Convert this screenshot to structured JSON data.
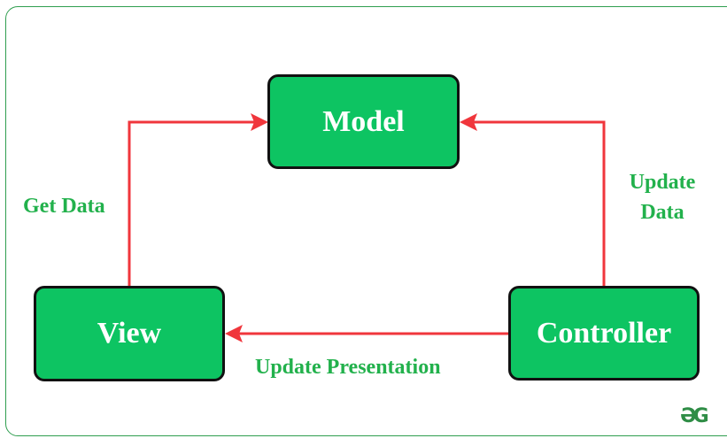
{
  "nodes": {
    "model": "Model",
    "view": "View",
    "controller": "Controller"
  },
  "edges": {
    "get_data": "Get Data",
    "update_data_line1": "Update",
    "update_data_line2": "Data",
    "update_presentation": "Update Presentation"
  },
  "logo_text": "ƏG",
  "colors": {
    "node_fill": "#0dc462",
    "node_border": "#111111",
    "arrow": "#f0363c",
    "label": "#22b14c",
    "frame": "#2f9e4f"
  }
}
